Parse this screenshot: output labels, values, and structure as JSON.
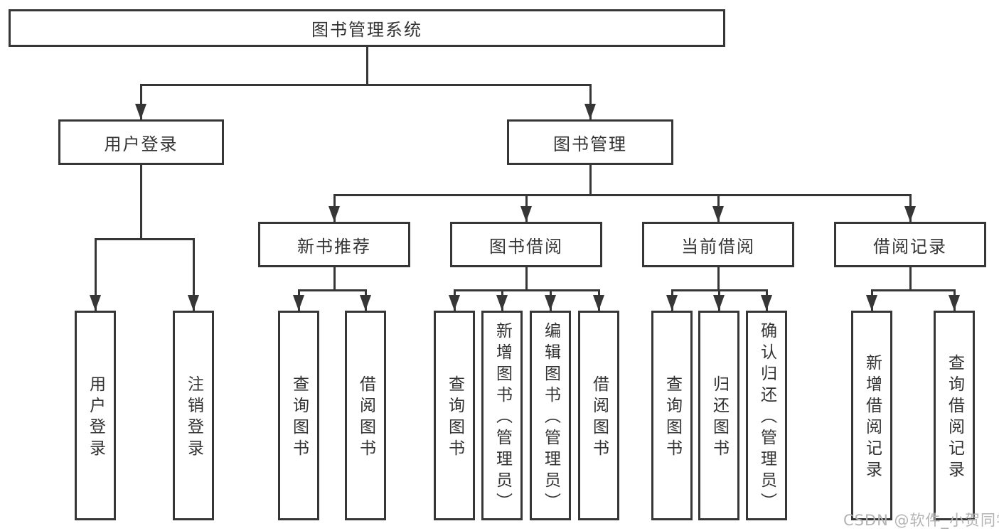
{
  "diagram": {
    "root": {
      "label": "图书管理系统"
    },
    "level2": [
      {
        "label": "用户登录",
        "children": [
          {
            "label": "用户登录"
          },
          {
            "label": "注销登录"
          }
        ]
      },
      {
        "label": "图书管理",
        "children": [
          {
            "label": "新书推荐",
            "children": [
              {
                "label": "查询图书"
              },
              {
                "label": "借阅图书"
              }
            ]
          },
          {
            "label": "图书借阅",
            "children": [
              {
                "label": "查询图书"
              },
              {
                "label": "新增图书（管理员）"
              },
              {
                "label": "编辑图书（管理员）"
              },
              {
                "label": "借阅图书"
              }
            ]
          },
          {
            "label": "当前借阅",
            "children": [
              {
                "label": "查询图书"
              },
              {
                "label": "归还图书"
              },
              {
                "label": "确认归还（管理员）"
              }
            ]
          },
          {
            "label": "借阅记录",
            "children": [
              {
                "label": "新增借阅记录"
              },
              {
                "label": "查询借阅记录"
              }
            ]
          }
        ]
      }
    ]
  },
  "watermark": {
    "text": "CSDN @软件_小贺同学"
  },
  "colors": {
    "line": "#363636",
    "text": "#333333",
    "watermark": "#b3b3b3",
    "background": "#ffffff"
  }
}
